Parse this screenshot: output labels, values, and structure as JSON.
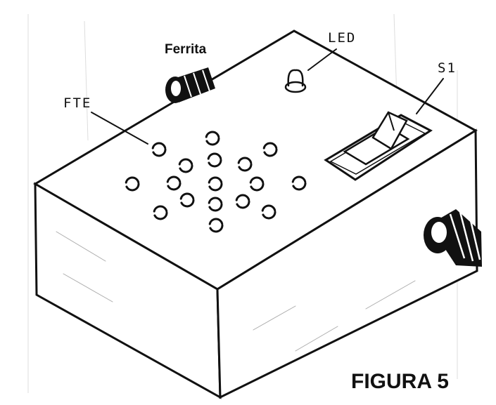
{
  "labels": {
    "ferrita": "Ferrita",
    "led": "LED",
    "switch": "S1",
    "speaker": "FTE",
    "figure": "FIGURA 5"
  },
  "colors": {
    "ink": "#111111",
    "paper": "#ffffff"
  }
}
